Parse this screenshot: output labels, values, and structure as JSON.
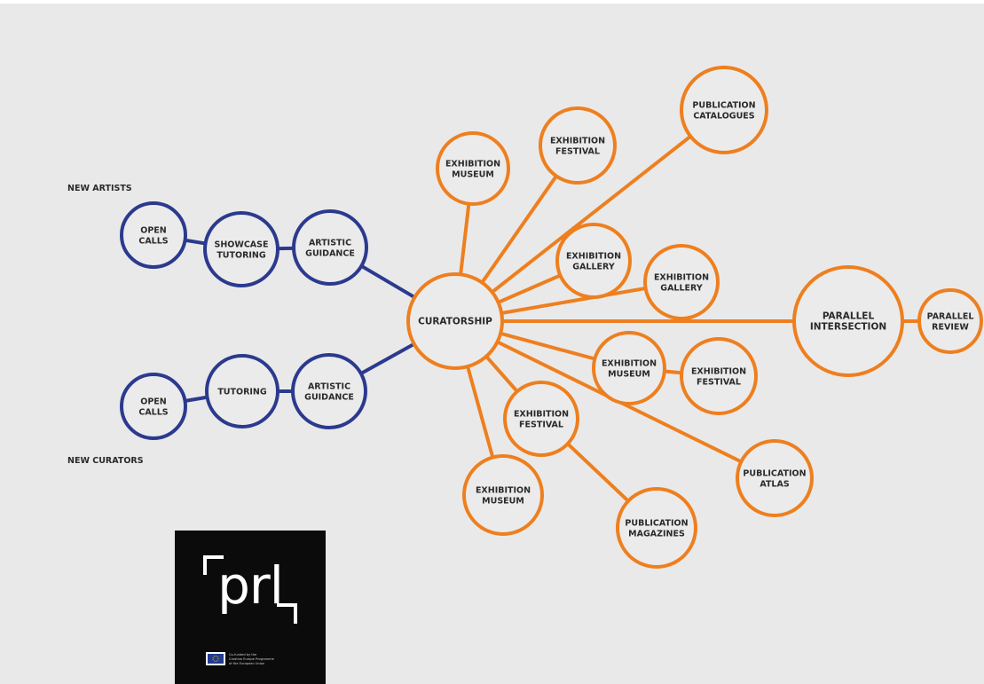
{
  "colors": {
    "background": "#e9e9e9",
    "blue": "#2b3a8e",
    "orange": "#ee7f1f",
    "node_fill": "#ebebeb",
    "text": "#2a2a2a",
    "logo_bg": "#0b0b0b"
  },
  "groups": {
    "new_artists": "NEW ARTISTS",
    "new_curators": "NEW CURATORS"
  },
  "nodes": [
    {
      "id": "curatorship",
      "lines": [
        "CURATORSHIP"
      ],
      "color": "orange"
    },
    {
      "id": "a-open",
      "lines": [
        "OPEN",
        "CALLS"
      ],
      "color": "blue"
    },
    {
      "id": "a-showcase",
      "lines": [
        "SHOWCASE",
        "TUTORING"
      ],
      "color": "blue"
    },
    {
      "id": "a-artistic",
      "lines": [
        "ARTISTIC",
        "GUIDANCE"
      ],
      "color": "blue"
    },
    {
      "id": "c-open",
      "lines": [
        "OPEN",
        "CALLS"
      ],
      "color": "blue"
    },
    {
      "id": "c-tutoring",
      "lines": [
        "TUTORING"
      ],
      "color": "blue"
    },
    {
      "id": "c-artistic",
      "lines": [
        "ARTISTIC",
        "GUIDANCE"
      ],
      "color": "blue"
    },
    {
      "id": "ex-museum-top",
      "lines": [
        "EXHIBITION",
        "MUSEUM"
      ],
      "color": "orange"
    },
    {
      "id": "ex-festival-top",
      "lines": [
        "EXHIBITION",
        "FESTIVAL"
      ],
      "color": "orange"
    },
    {
      "id": "pub-catalogues",
      "lines": [
        "PUBLICATION",
        "CATALOGUES"
      ],
      "color": "orange"
    },
    {
      "id": "ex-gallery-1",
      "lines": [
        "EXHIBITION",
        "GALLERY"
      ],
      "color": "orange"
    },
    {
      "id": "ex-gallery-2",
      "lines": [
        "EXHIBITION",
        "GALLERY"
      ],
      "color": "orange"
    },
    {
      "id": "parallel-intersection",
      "lines": [
        "PARALLEL",
        "INTERSECTION"
      ],
      "color": "orange"
    },
    {
      "id": "parallel-review",
      "lines": [
        "PARALLEL",
        "REVIEW"
      ],
      "color": "orange"
    },
    {
      "id": "ex-museum-mid",
      "lines": [
        "EXHIBITION",
        "MUSEUM"
      ],
      "color": "orange"
    },
    {
      "id": "ex-festival-right",
      "lines": [
        "EXHIBITION",
        "FESTIVAL"
      ],
      "color": "orange"
    },
    {
      "id": "ex-festival-low",
      "lines": [
        "EXHIBITION",
        "FESTIVAL"
      ],
      "color": "orange"
    },
    {
      "id": "pub-atlas",
      "lines": [
        "PUBLICATION",
        "ATLAS"
      ],
      "color": "orange"
    },
    {
      "id": "ex-museum-bottom",
      "lines": [
        "EXHIBITION",
        "MUSEUM"
      ],
      "color": "orange"
    },
    {
      "id": "pub-magazines",
      "lines": [
        "PUBLICATION",
        "MAGAZINES"
      ],
      "color": "orange"
    }
  ],
  "edges": [
    {
      "from": "a-open",
      "to": "a-showcase",
      "color": "blue"
    },
    {
      "from": "a-showcase",
      "to": "a-artistic",
      "color": "blue"
    },
    {
      "from": "a-artistic",
      "to": "curatorship",
      "color": "blue"
    },
    {
      "from": "c-open",
      "to": "c-tutoring",
      "color": "blue"
    },
    {
      "from": "c-tutoring",
      "to": "c-artistic",
      "color": "blue"
    },
    {
      "from": "c-artistic",
      "to": "curatorship",
      "color": "blue"
    },
    {
      "from": "curatorship",
      "to": "ex-museum-top",
      "color": "orange"
    },
    {
      "from": "curatorship",
      "to": "ex-festival-top",
      "color": "orange"
    },
    {
      "from": "curatorship",
      "to": "pub-catalogues",
      "color": "orange"
    },
    {
      "from": "curatorship",
      "to": "ex-gallery-1",
      "color": "orange"
    },
    {
      "from": "curatorship",
      "to": "ex-gallery-2",
      "color": "orange"
    },
    {
      "from": "curatorship",
      "to": "parallel-intersection",
      "color": "orange"
    },
    {
      "from": "parallel-intersection",
      "to": "parallel-review",
      "color": "orange"
    },
    {
      "from": "curatorship",
      "to": "ex-museum-mid",
      "color": "orange"
    },
    {
      "from": "ex-museum-mid",
      "to": "ex-festival-right",
      "color": "orange"
    },
    {
      "from": "curatorship",
      "to": "pub-atlas",
      "color": "orange"
    },
    {
      "from": "curatorship",
      "to": "ex-festival-low",
      "color": "orange"
    },
    {
      "from": "curatorship",
      "to": "ex-museum-bottom",
      "color": "orange"
    },
    {
      "from": "ex-festival-low",
      "to": "pub-magazines",
      "color": "orange"
    }
  ],
  "logo": {
    "wordmark": "prl",
    "eu_caption": [
      "Co-funded by the",
      "Creative Europe Programme",
      "of the European Union"
    ]
  }
}
